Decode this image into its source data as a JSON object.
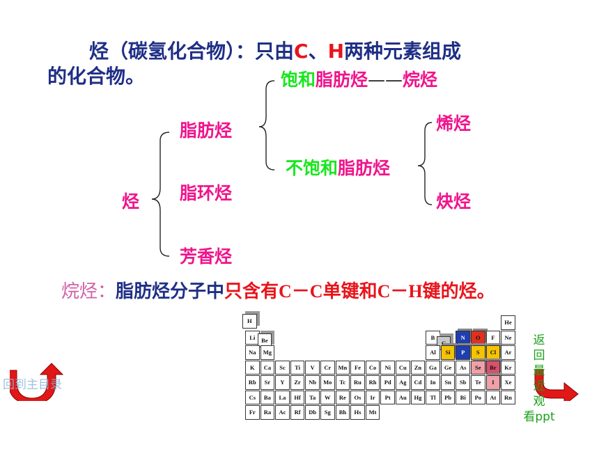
{
  "definition": {
    "line1_a": "烃（碳氢化合物）：只由",
    "c": "C",
    "sep": "、",
    "h": "H",
    "line1_b": "两种元素组成",
    "line2": "的化合物。"
  },
  "tree": {
    "root": "烃",
    "aliphatic": "脂肪烃",
    "alicyclic": "脂环烃",
    "aromatic": "芳香烃",
    "saturated_prefix": "饱和",
    "saturated_suffix": "脂肪烃",
    "dash": "——",
    "alkane": "烷烃",
    "unsaturated_prefix": "不饱和",
    "unsaturated_suffix": "脂肪烃",
    "alkene": "烯烃",
    "alkyne": "炔烃"
  },
  "alkane_definition": {
    "term": "烷烃：",
    "mid": "脂肪烃分子中",
    "red_part": "只含有C－C单键和C－H键的烃。"
  },
  "periodic_table": {
    "rows": [
      [
        "H",
        "",
        "",
        "",
        "",
        "",
        "",
        "",
        "",
        "",
        "",
        "",
        "",
        "",
        "",
        "",
        "",
        "He"
      ],
      [
        "Li",
        "Be",
        "",
        "",
        "",
        "",
        "",
        "",
        "",
        "",
        "",
        "",
        "B",
        "C",
        "N",
        "O",
        "F",
        "Ne"
      ],
      [
        "Na",
        "Mg",
        "",
        "",
        "",
        "",
        "",
        "",
        "",
        "",
        "",
        "",
        "Al",
        "Si",
        "P",
        "S",
        "Cl",
        "Ar"
      ],
      [
        "K",
        "Ca",
        "Sc",
        "Ti",
        "V",
        "Cr",
        "Mn",
        "Fe",
        "Co",
        "Ni",
        "Cu",
        "Zn",
        "Ga",
        "Ge",
        "As",
        "Se",
        "Br",
        "Kr"
      ],
      [
        "Rb",
        "Sr",
        "Y",
        "Zr",
        "Nb",
        "Mo",
        "Tc",
        "Ru",
        "Rh",
        "Pd",
        "Ag",
        "Cd",
        "In",
        "Sn",
        "Sb",
        "Te",
        "I",
        "Xe"
      ],
      [
        "Cs",
        "Ba",
        "La",
        "Hf",
        "Ta",
        "W",
        "Re",
        "Os",
        "Ir",
        "Pt",
        "Au",
        "Hg",
        "Tl",
        "Pb",
        "Bi",
        "Po",
        "At",
        "Rn"
      ],
      [
        "Fr",
        "Ra",
        "Ac",
        "Rf",
        "Db",
        "Sg",
        "Bh",
        "Hs",
        "Mt",
        "",
        "",
        "",
        "",
        "",
        "",
        "",
        "",
        ""
      ]
    ],
    "highlight_colors": {
      "Si": "#f5c400",
      "S": "#f5c400",
      "Cl": "#f5c400",
      "C": "#c8c8c8",
      "N": "#1f3fb0",
      "P": "#1f3fb0",
      "O": "#e03020",
      "Se": "#f0a0a8",
      "Br": "#d8506a",
      "I": "#f0a0a8"
    }
  },
  "nav": {
    "left_label": "回到主目录",
    "right_label_lines": [
      "返",
      "回",
      "最",
      "近",
      "观",
      "看ppt"
    ]
  },
  "colors": {
    "navy": "#1f2f86",
    "red": "#e8141b",
    "magenta": "#f0148c",
    "green": "#18e61c",
    "arrow_red": "#e01818"
  }
}
